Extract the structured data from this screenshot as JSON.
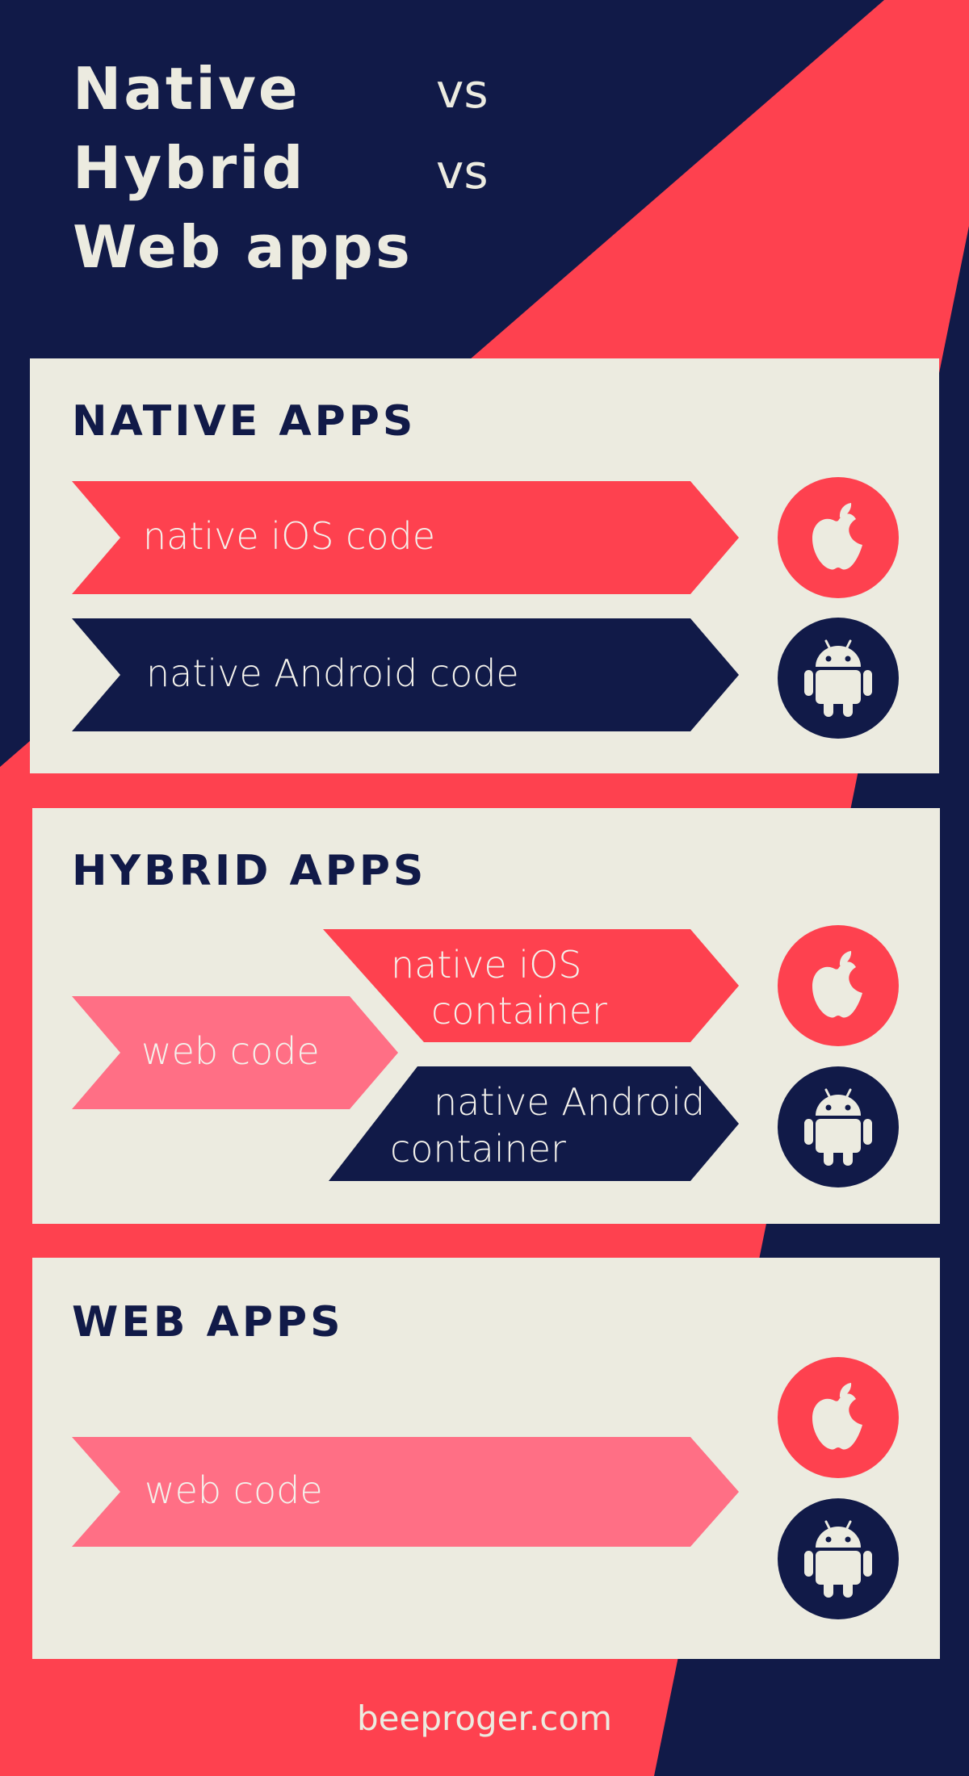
{
  "colors": {
    "navy": "#111a48",
    "red": "#fe414f",
    "pink": "#ff6f85",
    "cream": "#ecebe0"
  },
  "header": {
    "lines": [
      "Native",
      "Hybrid",
      "Web apps"
    ],
    "vs": [
      "vs",
      "vs"
    ]
  },
  "sections": {
    "native": {
      "title": "NATIVE APPS",
      "ios_label": "native iOS code",
      "android_label": "native Android code"
    },
    "hybrid": {
      "title": "HYBRID APPS",
      "web_label": "web code",
      "ios_container": [
        "native iOS",
        "container"
      ],
      "android_container": [
        "native Android",
        "container"
      ]
    },
    "web": {
      "title": "WEB APPS",
      "web_label": "web code"
    }
  },
  "icons": {
    "ios": "apple-icon",
    "android": "android-icon"
  },
  "footer": {
    "site": "beeproger.com"
  }
}
